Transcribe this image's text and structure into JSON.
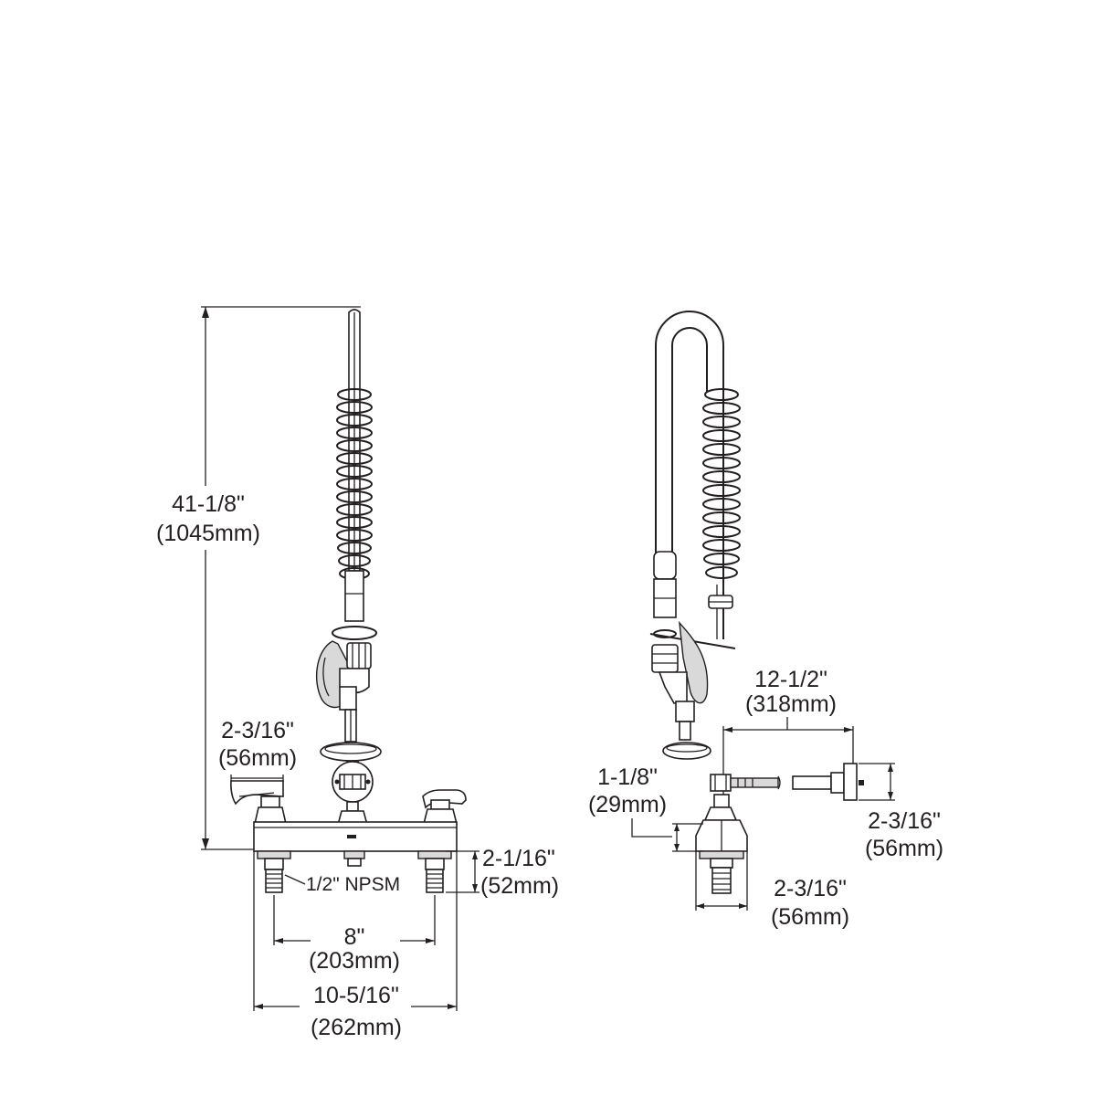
{
  "front_view": {
    "overall_height": {
      "imperial": "41-1/8\"",
      "metric": "(1045mm)"
    },
    "handle_height": {
      "imperial": "2-3/16\"",
      "metric": "(56mm)"
    },
    "shank_length": {
      "imperial": "2-1/16\"",
      "metric": "(52mm)"
    },
    "connection": "1/2\" NPSM",
    "center_spacing": {
      "imperial": "8\"",
      "metric": "(203mm)"
    },
    "body_width": {
      "imperial": "10-5/16\"",
      "metric": "(262mm)"
    }
  },
  "side_view": {
    "wall_bracket_reach": {
      "imperial": "12-1/2\"",
      "metric": "(318mm)"
    },
    "deck_body_height": {
      "imperial": "1-1/8\"",
      "metric": "(29mm)"
    },
    "bracket_plate_height": {
      "imperial": "2-3/16\"",
      "metric": "(56mm)"
    },
    "base_depth": {
      "imperial": "2-3/16\"",
      "metric": "(56mm)"
    }
  }
}
